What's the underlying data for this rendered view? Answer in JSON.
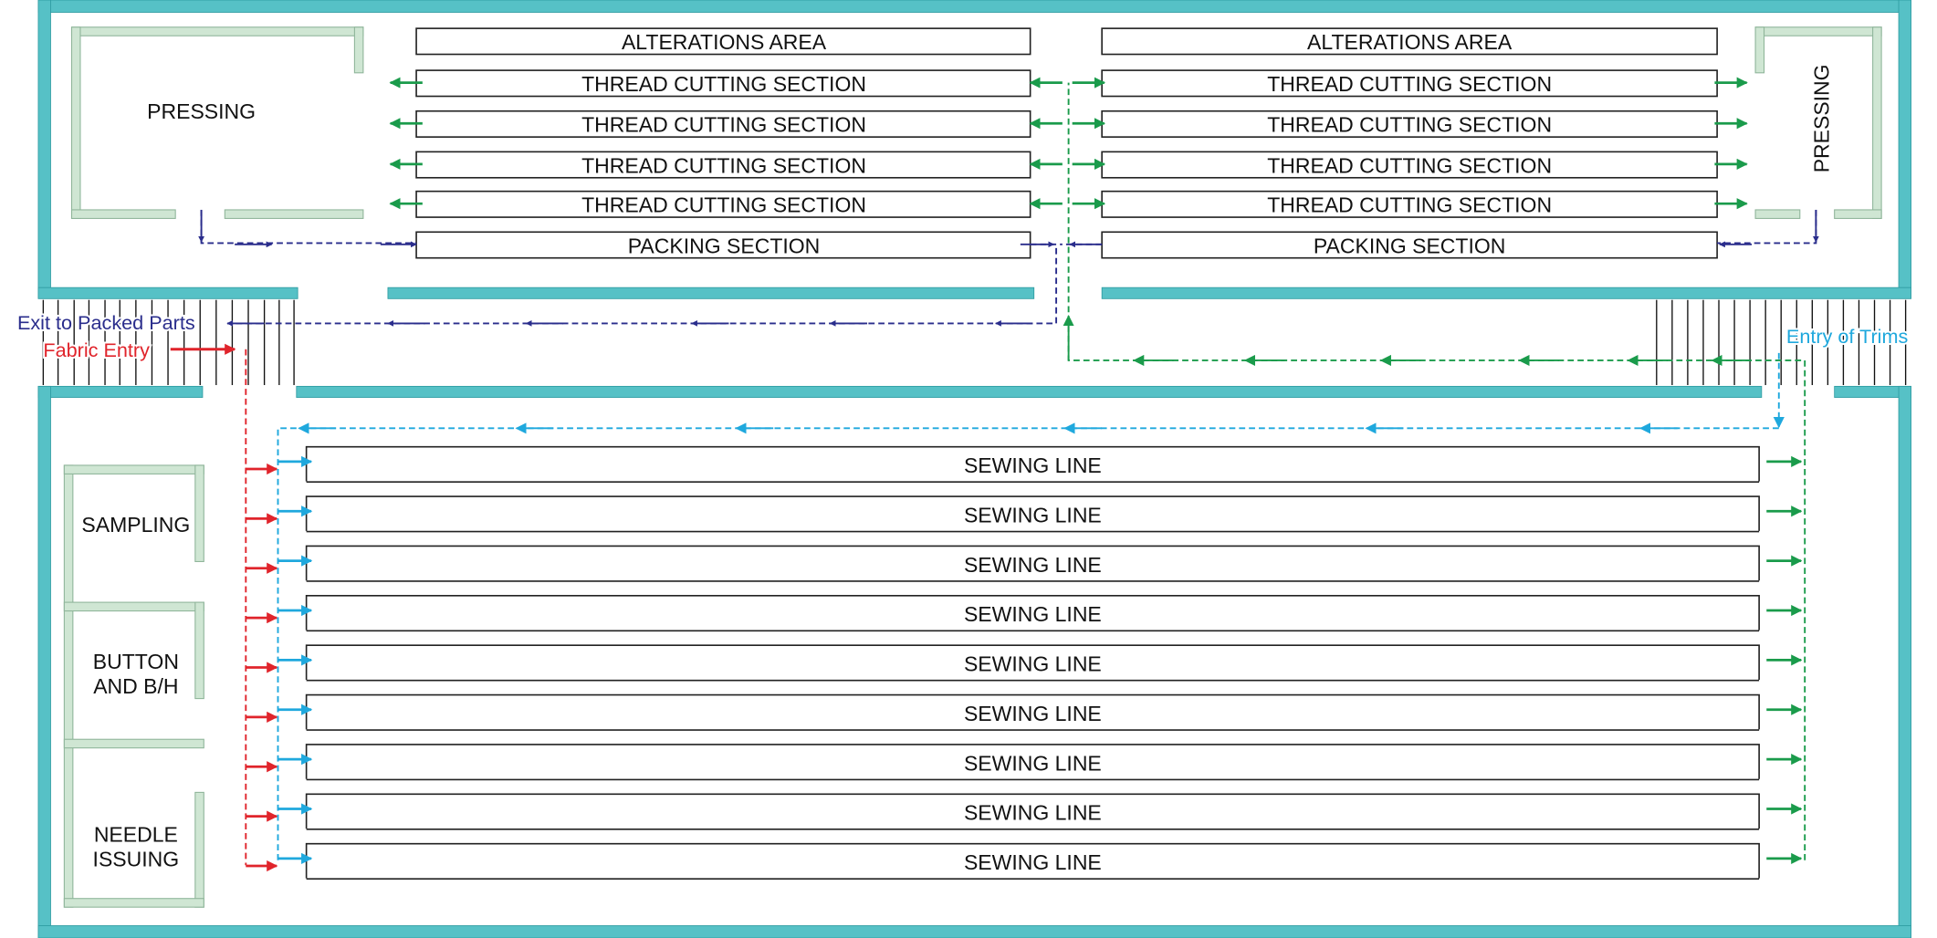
{
  "colors": {
    "wall": "#56c1c6",
    "wall_edge": "#1f8f95",
    "partition": "#cbe3d0",
    "partition_edge": "#8fb59a",
    "box_stroke": "#222222",
    "text": "#111111",
    "packed_flow": "#2a2d8c",
    "thread_flow": "#1a9b4b",
    "fabric_flow": "#e0242b",
    "trims_flow": "#1fa8dd"
  },
  "upper_floor": {
    "left_block": {
      "alterations": "ALTERATIONS AREA",
      "thread_cutting": [
        "THREAD CUTTING SECTION",
        "THREAD CUTTING SECTION",
        "THREAD CUTTING SECTION",
        "THREAD CUTTING SECTION"
      ],
      "packing": "PACKING SECTION"
    },
    "right_block": {
      "alterations": "ALTERATIONS AREA",
      "thread_cutting": [
        "THREAD CUTTING SECTION",
        "THREAD CUTTING SECTION",
        "THREAD CUTTING SECTION",
        "THREAD CUTTING SECTION"
      ],
      "packing": "PACKING SECTION"
    },
    "pressing_left": "PRESSING",
    "pressing_right": "PRESSING"
  },
  "corridor": {
    "exit_label": "Exit to Packed Parts",
    "fabric_label": "Fabric Entry",
    "trims_label": "Entry of Trims"
  },
  "lower_floor": {
    "rooms": {
      "sampling": "SAMPLING",
      "button_line1": "BUTTON",
      "button_line2": "AND B/H",
      "needle_line1": "NEEDLE",
      "needle_line2": "ISSUING"
    },
    "sewing_lines": [
      "SEWING LINE",
      "SEWING LINE",
      "SEWING LINE",
      "SEWING LINE",
      "SEWING LINE",
      "SEWING LINE",
      "SEWING LINE",
      "SEWING LINE",
      "SEWING LINE"
    ]
  }
}
